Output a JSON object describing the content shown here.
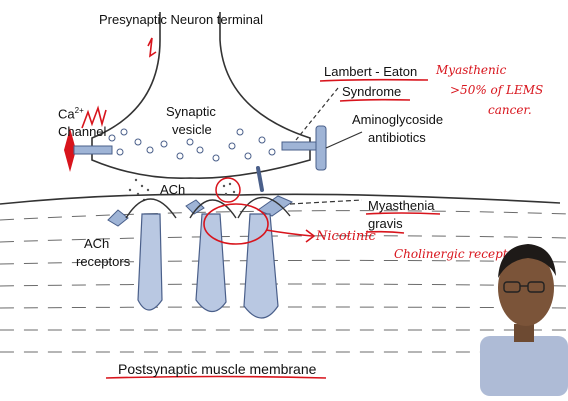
{
  "labels": {
    "presynaptic": "Presynaptic Neuron terminal",
    "ca_channel_line1": "Ca",
    "ca_channel_sup": "2+",
    "ca_channel_line2": "Channel",
    "synaptic_vesicle_line1": "Synaptic",
    "synaptic_vesicle_line2": "vesicle",
    "lambert_line1": "Lambert - Eaton",
    "lambert_line2": "Syndrome",
    "aminoglycoside_line1": "Aminoglycoside",
    "aminoglycoside_line2": "antibiotics",
    "ach": "ACh",
    "myasthenia_line1": "Myasthenia",
    "myasthenia_line2": "gravis",
    "ach_receptors_line1": "ACh",
    "ach_receptors_line2": "receptors",
    "postsynaptic": "Postsynaptic muscle membrane"
  },
  "annotations": {
    "myasthenic": "Myasthenic",
    "lems_stat": ">50% of LEMS",
    "cancer": "cancer.",
    "nicotinic": "Nicotinic",
    "cholinergic": "Cholinergic receptors."
  },
  "colors": {
    "ink": "#d8141c",
    "structure_fill": "#9fb4d6",
    "structure_stroke": "#4a5f8a",
    "channel": "#d8141c",
    "line": "#222222"
  }
}
